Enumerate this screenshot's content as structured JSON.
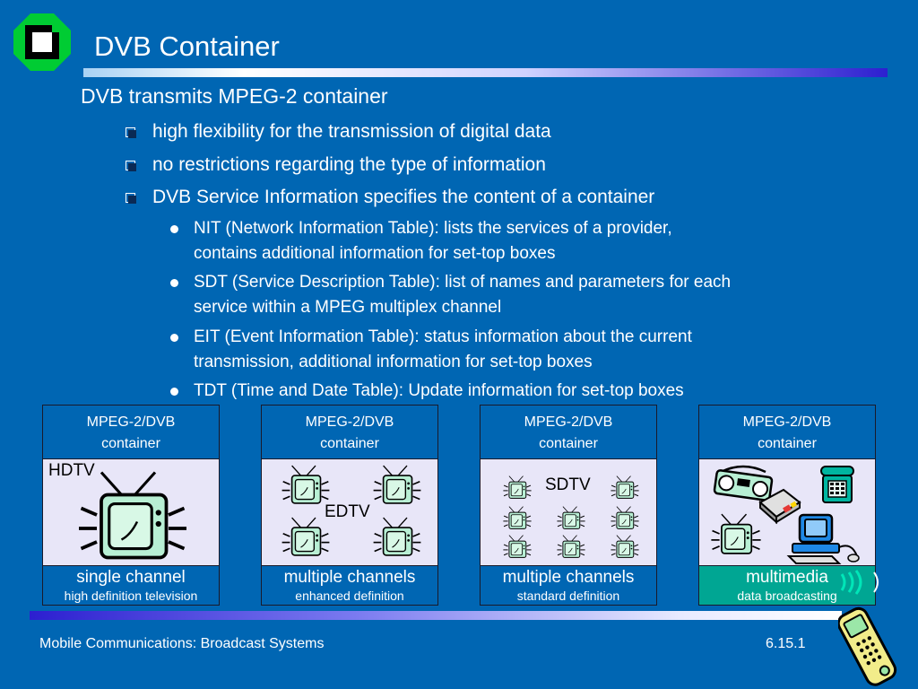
{
  "slide": {
    "title": "DVB Container",
    "main_point": "DVB transmits MPEG-2 container",
    "sub_points": [
      "high flexibility for the transmission of digital data",
      "no restrictions regarding the type of information",
      "DVB Service Information specifies the content of a container"
    ],
    "tables": [
      {
        "line1": "NIT (Network Information Table): lists the services of a provider,",
        "line2": "contains additional information for set-top boxes"
      },
      {
        "line1": "SDT (Service Description Table): list of names and parameters for each",
        "line2": "service within a MPEG multiplex channel"
      },
      {
        "line1": "EIT (Event Information Table): status information about the current",
        "line2": "transmission, additional information for set-top boxes"
      },
      {
        "line1": "TDT (Time and Date Table): Update information for set-top boxes",
        "line2": ""
      }
    ]
  },
  "panels": [
    {
      "header_line1": "MPEG-2/DVB",
      "header_line2": "container",
      "label": "HDTV",
      "footer_main": "single channel",
      "footer_sub": "high definition television"
    },
    {
      "header_line1": "MPEG-2/DVB",
      "header_line2": "container",
      "label": "EDTV",
      "footer_main": "multiple channels",
      "footer_sub": "enhanced definition"
    },
    {
      "header_line1": "MPEG-2/DVB",
      "header_line2": "container",
      "label": "SDTV",
      "footer_main": "multiple channels",
      "footer_sub": "standard definition"
    },
    {
      "header_line1": "MPEG-2/DVB",
      "header_line2": "container",
      "footer_main": "multimedia",
      "footer_sub": "data broadcasting"
    }
  ],
  "footer": {
    "course": "Mobile Communications: Broadcast Systems",
    "slide_number": "6.15.1"
  },
  "icons": {
    "logo": "university-logo-icon",
    "tv": "tv-icon",
    "radio": "radio-icon",
    "disk_drive": "disk-drive-icon",
    "telephone": "telephone-icon",
    "computer": "computer-icon",
    "mobile_phone": "mobile-phone-icon"
  },
  "colors": {
    "background": "#0066b3",
    "panel_body": "#e8e6f8",
    "tv_screen": "#b8efd4",
    "multimedia_footer": "#00a693"
  }
}
